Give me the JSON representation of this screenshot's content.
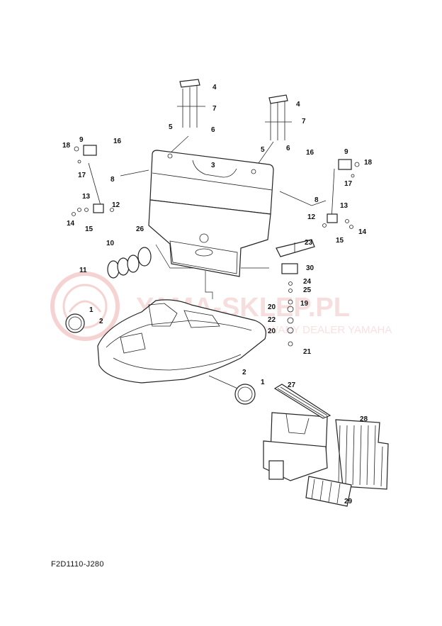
{
  "diagram_code": "F2D1110-J280",
  "watermark": {
    "title": "YAMA-SKLEP.PL",
    "subtitle": "AUTORYZOWANY DEALER YAMAHA"
  },
  "callouts": [
    "1",
    "2",
    "3",
    "4",
    "5",
    "6",
    "7",
    "8",
    "9",
    "10",
    "11",
    "12",
    "13",
    "14",
    "15",
    "16",
    "17",
    "18",
    "19",
    "20",
    "21",
    "22",
    "23",
    "24",
    "25",
    "26",
    "27",
    "28",
    "29",
    "30"
  ],
  "colors": {
    "watermark": "#e9a0a0",
    "line": "#222222"
  }
}
